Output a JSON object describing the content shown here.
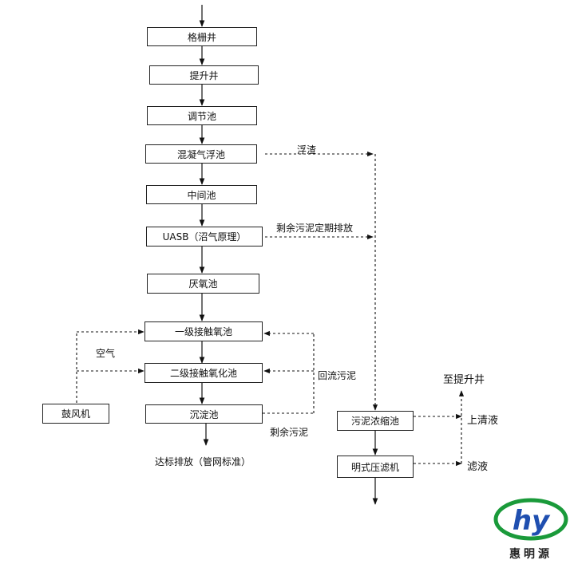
{
  "process": {
    "grille_well": "格栅井",
    "lift_well": "提升井",
    "equalization_tank": "调节池",
    "flotation_tank": "混凝气浮池",
    "intermediate_tank": "中间池",
    "uasb": "UASB（沼气原理）",
    "anoxic_tank": "厌氧池",
    "contact_oxidation_1": "一级接触氧池",
    "contact_oxidation_2": "二级接触氧化池",
    "sedimentation_tank": "沉淀池",
    "blower": "鼓风机",
    "sludge_thickener": "污泥浓缩池",
    "filter_press": "明式压滤机"
  },
  "labels": {
    "scum": "浮渣",
    "excess_sludge_periodic": "剩余污泥定期排放",
    "air": "空气",
    "return_sludge": "回流污泥",
    "excess_sludge": "剩余污泥",
    "discharge": "达标排放（管网标准）",
    "to_lift_well": "至提升井",
    "supernatant": "上清液",
    "filtrate": "滤液"
  },
  "brand": {
    "logo_text": "hy",
    "name": "惠明源",
    "ring_color": "#1a9a3a",
    "text_color": "#1f4fb0"
  }
}
